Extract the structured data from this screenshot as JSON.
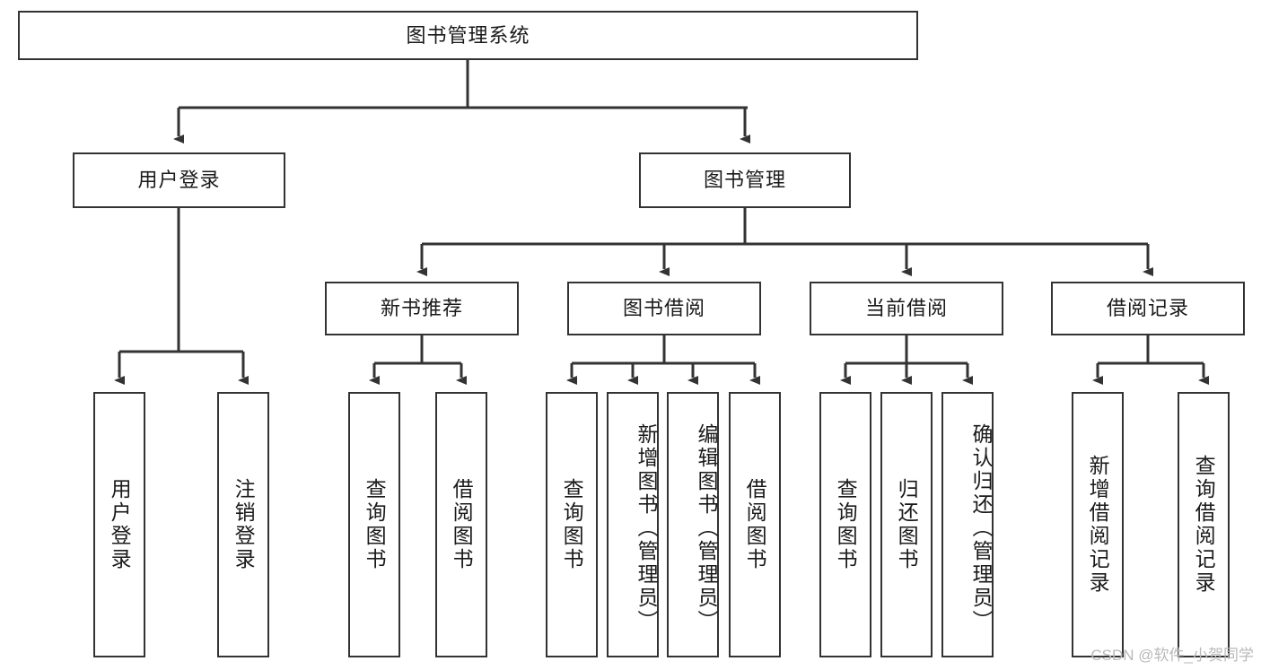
{
  "diagram": {
    "type": "tree",
    "title": "图书管理系统",
    "watermark": "CSDN @软件_小贺同学",
    "colors": {
      "box_border": "#333333",
      "box_fill": "#ffffff",
      "edge": "#333333",
      "text": "#1a1a1a",
      "watermark": "#b9b9b9"
    },
    "nodes": {
      "root": "图书管理系统",
      "user_login": "用户登录",
      "book_manage": "图书管理",
      "new_book_rec": "新书推荐",
      "book_borrow": "图书借阅",
      "current_borrow": "当前借阅",
      "borrow_record": "借阅记录",
      "leaf_user_login": "用户登录",
      "leaf_logout": "注销登录",
      "leaf_query_book_1": "查询图书",
      "leaf_borrow_book_1": "借阅图书",
      "leaf_query_book_2": "查询图书",
      "leaf_add_book_admin": "新增图书（管理员）",
      "leaf_edit_book_admin": "编辑图书（管理员）",
      "leaf_borrow_book_2": "借阅图书",
      "leaf_query_book_3": "查询图书",
      "leaf_return_book": "归还图书",
      "leaf_confirm_return_admin": "确认归还（管理员）",
      "leaf_add_record": "新增借阅记录",
      "leaf_query_record": "查询借阅记录"
    },
    "edges": [
      {
        "from": "root",
        "to": "user_login"
      },
      {
        "from": "root",
        "to": "book_manage"
      },
      {
        "from": "user_login",
        "to": "leaf_user_login"
      },
      {
        "from": "user_login",
        "to": "leaf_logout"
      },
      {
        "from": "book_manage",
        "to": "new_book_rec"
      },
      {
        "from": "book_manage",
        "to": "book_borrow"
      },
      {
        "from": "book_manage",
        "to": "current_borrow"
      },
      {
        "from": "book_manage",
        "to": "borrow_record"
      },
      {
        "from": "new_book_rec",
        "to": "leaf_query_book_1"
      },
      {
        "from": "new_book_rec",
        "to": "leaf_borrow_book_1"
      },
      {
        "from": "book_borrow",
        "to": "leaf_query_book_2"
      },
      {
        "from": "book_borrow",
        "to": "leaf_add_book_admin"
      },
      {
        "from": "book_borrow",
        "to": "leaf_edit_book_admin"
      },
      {
        "from": "book_borrow",
        "to": "leaf_borrow_book_2"
      },
      {
        "from": "current_borrow",
        "to": "leaf_query_book_3"
      },
      {
        "from": "current_borrow",
        "to": "leaf_return_book"
      },
      {
        "from": "current_borrow",
        "to": "leaf_confirm_return_admin"
      },
      {
        "from": "borrow_record",
        "to": "leaf_add_record"
      },
      {
        "from": "borrow_record",
        "to": "leaf_query_record"
      }
    ]
  }
}
